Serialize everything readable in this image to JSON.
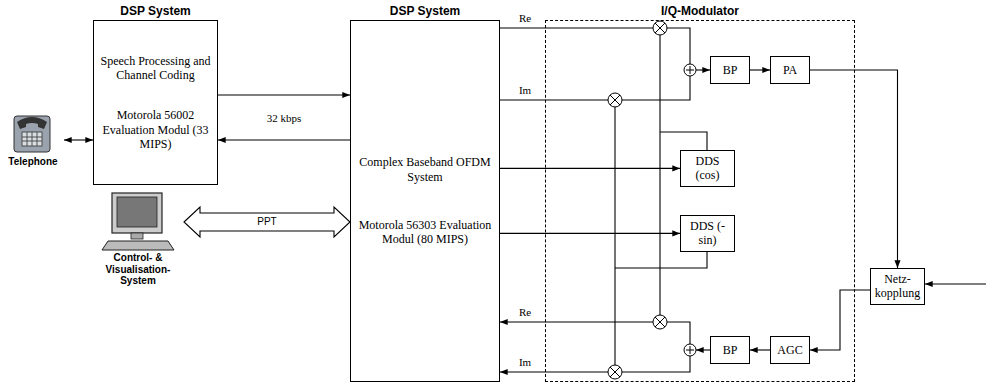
{
  "diagram": {
    "nodes": [
      {
        "text": [
          "Telephone"
        ]
      },
      {
        "text": [
          "DSP System",
          "Speech Processing and Channel Coding",
          "Motorola 56002 Evaluation Modul (33 MIPS)"
        ]
      },
      {
        "text": [
          "DSP System",
          "Complex Baseband OFDM System",
          "Motorola 56303 Evaluation Modul (80 MIPS)"
        ]
      },
      {
        "text": [
          "I/Q-Modulator"
        ]
      },
      {
        "text": [
          "BP"
        ],
        "in": 3
      },
      {
        "text": [
          "PA"
        ],
        "in": 3
      },
      {
        "text": [
          "DDS (cos)"
        ],
        "in": 3
      },
      {
        "text": [
          "DDS (-sin)"
        ],
        "in": 3
      },
      {
        "text": [
          "BP"
        ],
        "in": 3
      },
      {
        "text": [
          "AGC"
        ],
        "in": 3
      },
      {
        "text": [
          "Control- & Visualisation- System"
        ]
      },
      {
        "text": [
          "Netz- kopplung"
        ]
      }
    ],
    "edges": [
      {
        "from": 0,
        "to": 1,
        "arrow": "both"
      },
      {
        "from": 1,
        "to": 2,
        "arrow": "to"
      },
      {
        "from": 2,
        "to": 1,
        "arrow": "to"
      },
      {
        "from": 10,
        "to": 2,
        "label": "PPT",
        "arrow": "both"
      },
      {
        "from": 2,
        "to": 6,
        "arrow": "to"
      },
      {
        "from": 2,
        "to": 7,
        "arrow": "to"
      },
      {
        "from": 4,
        "to": 5,
        "arrow": "to"
      },
      {
        "from": 5,
        "to": 11,
        "arrow": "to"
      },
      {
        "from": 11,
        "to": 9,
        "arrow": "to"
      },
      {
        "from": 9,
        "to": 8,
        "arrow": "to"
      }
    ],
    "labels": [
      "32 kbps",
      "Re",
      "Im",
      "Re",
      "Im"
    ]
  }
}
